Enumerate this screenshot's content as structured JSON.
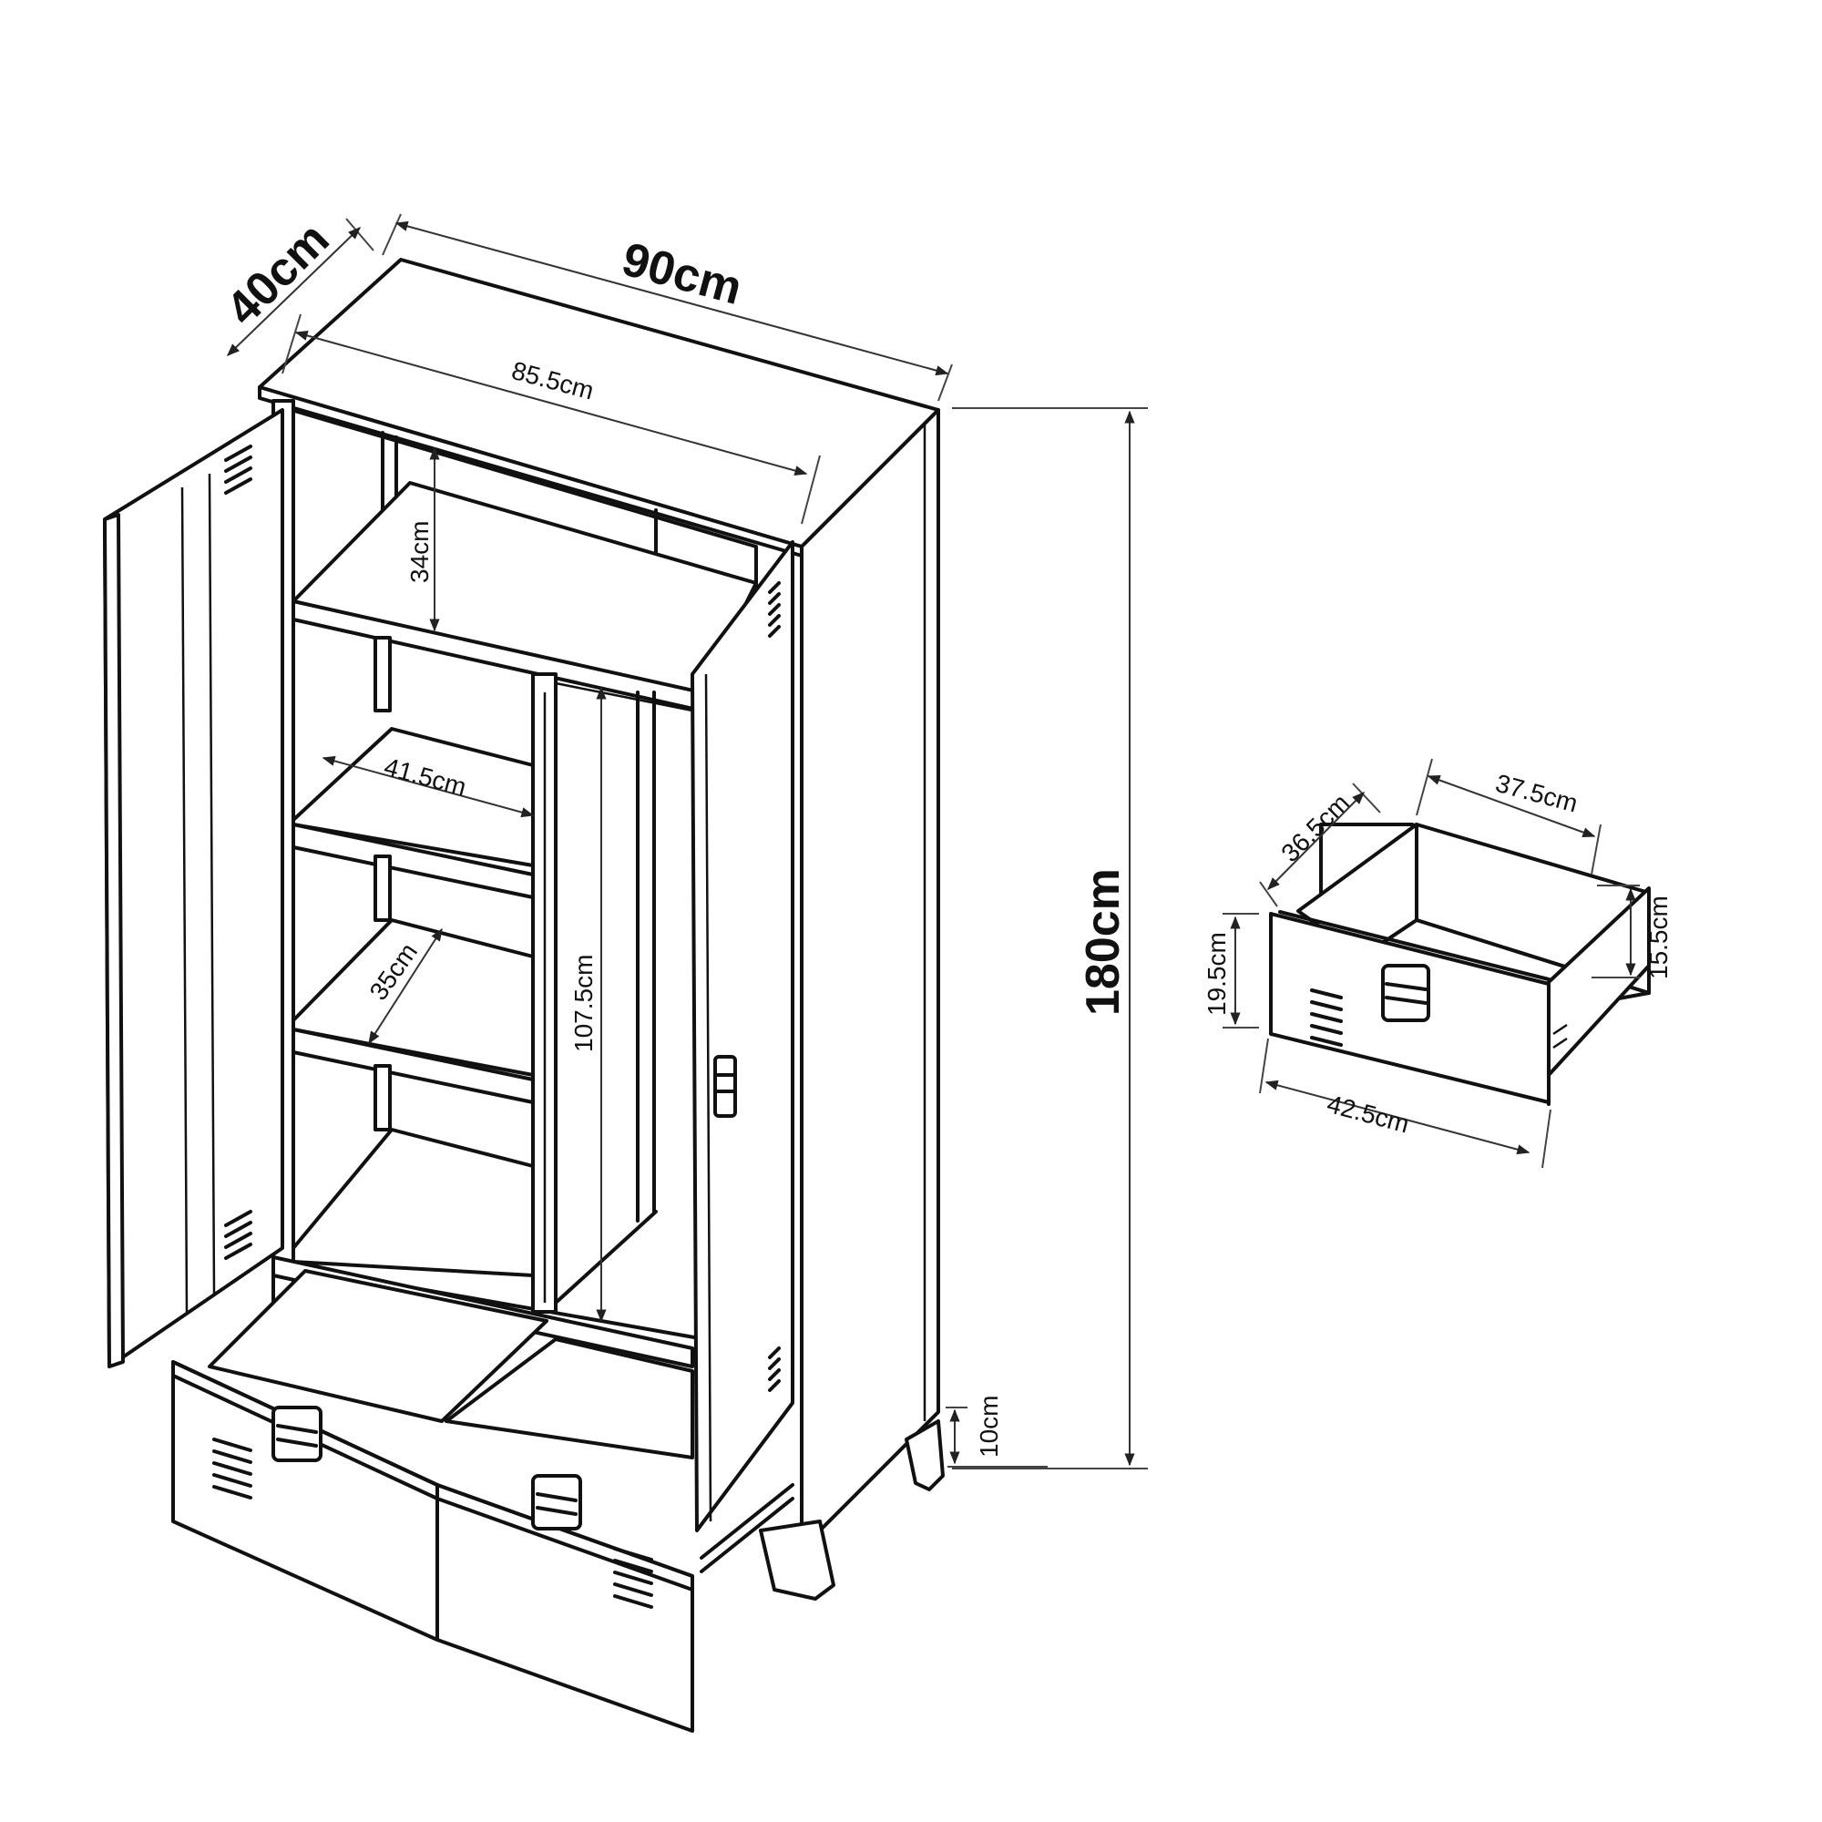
{
  "diagram": {
    "subject": "Two-door metal wardrobe cabinet with two bottom drawers",
    "line_color": "#111111",
    "background": "#ffffff"
  },
  "cabinet": {
    "dimensions": {
      "width": "90cm",
      "depth": "40cm",
      "height": "180cm",
      "inner_width": "85.5cm",
      "shelf_height": "34cm",
      "shelf_width": "41.5cm",
      "shelf_depth": "35cm",
      "hanging_height": "107.5cm",
      "leg_height": "10cm"
    }
  },
  "drawer_detail": {
    "dimensions": {
      "depth": "36.5cm",
      "inner_width": "37.5cm",
      "side_height": "15.5cm",
      "front_height": "19.5cm",
      "front_width": "42.5cm"
    }
  }
}
